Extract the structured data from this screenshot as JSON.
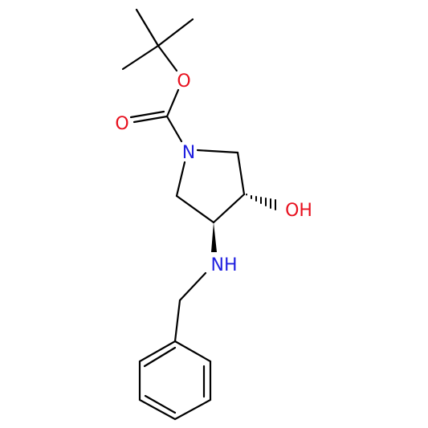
{
  "structure": {
    "colors": {
      "bond": "#000000",
      "oxygen": "#e8101e",
      "nitrogen": "#2020e0"
    },
    "atoms": {
      "carbonyl_oxygen": "O",
      "ester_oxygen": "O",
      "ring_nitrogen": "N",
      "hydroxyl": "OH",
      "amine": "NH"
    }
  }
}
